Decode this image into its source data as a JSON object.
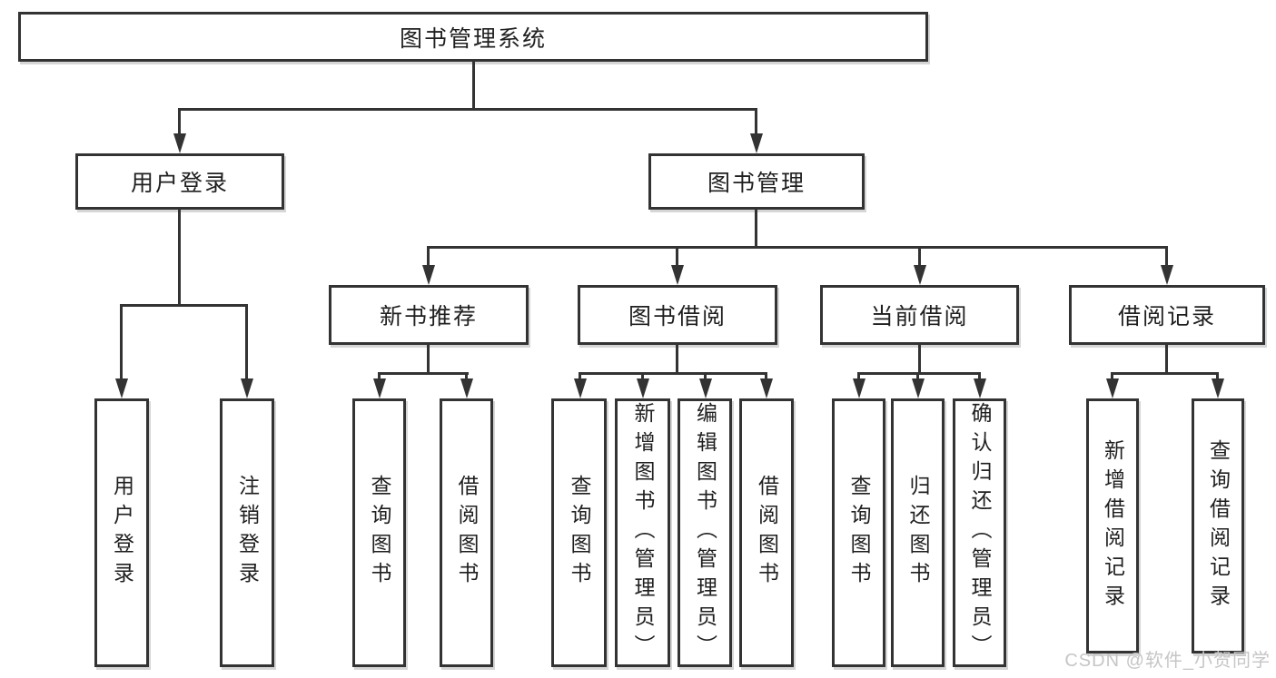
{
  "diagram": {
    "root": {
      "label": "图书管理系统"
    },
    "level2": [
      {
        "id": "user-login",
        "label": "用户登录"
      },
      {
        "id": "book-management",
        "label": "图书管理"
      }
    ],
    "level3": [
      {
        "id": "new-book-recommend",
        "label": "新书推荐",
        "parent": "图书管理"
      },
      {
        "id": "book-borrowing",
        "label": "图书借阅",
        "parent": "图书管理"
      },
      {
        "id": "current-borrowing",
        "label": "当前借阅",
        "parent": "图书管理"
      },
      {
        "id": "borrowing-records",
        "label": "借阅记录",
        "parent": "图书管理"
      }
    ],
    "leaves": [
      {
        "label": "用户登录",
        "parent": "用户登录"
      },
      {
        "label": "注销登录",
        "parent": "用户登录"
      },
      {
        "label": "查询图书",
        "parent": "新书推荐"
      },
      {
        "label": "借阅图书",
        "parent": "新书推荐"
      },
      {
        "label": "查询图书",
        "parent": "图书借阅"
      },
      {
        "label": "新增图书（管理员）",
        "parent": "图书借阅"
      },
      {
        "label": "编辑图书（管理员）",
        "parent": "图书借阅"
      },
      {
        "label": "借阅图书",
        "parent": "图书借阅"
      },
      {
        "label": "查询图书",
        "parent": "当前借阅"
      },
      {
        "label": "归还图书",
        "parent": "当前借阅"
      },
      {
        "label": "确认归还（管理员）",
        "parent": "当前借阅"
      },
      {
        "label": "新增借阅记录",
        "parent": "借阅记录"
      },
      {
        "label": "查询借阅记录",
        "parent": "借阅记录"
      }
    ],
    "watermark": "CSDN @软件_小贺同学",
    "colors": {
      "line": "#333333",
      "box_border": "#333333",
      "box_background": "#ffffff",
      "text": "#1f1f1f",
      "watermark": "#c7c5c7"
    }
  }
}
